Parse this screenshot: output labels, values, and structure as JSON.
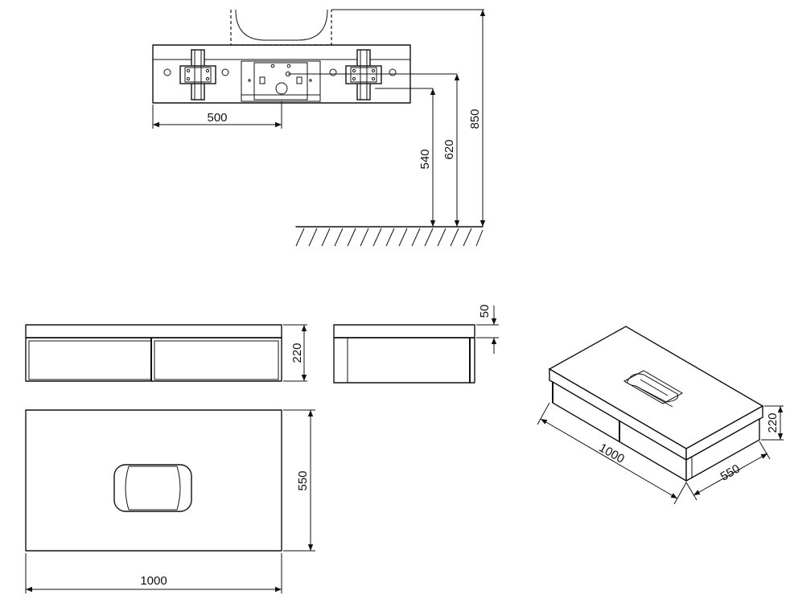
{
  "front_view": {
    "width_label": "500",
    "height_540": "540",
    "height_620": "620",
    "height_850": "850"
  },
  "side_view": {
    "height_label": "220",
    "top_label": "50"
  },
  "top_view": {
    "depth_label": "550",
    "width_label": "1000"
  },
  "iso_view": {
    "width_label": "1000",
    "depth_label": "550",
    "height_label": "220"
  }
}
